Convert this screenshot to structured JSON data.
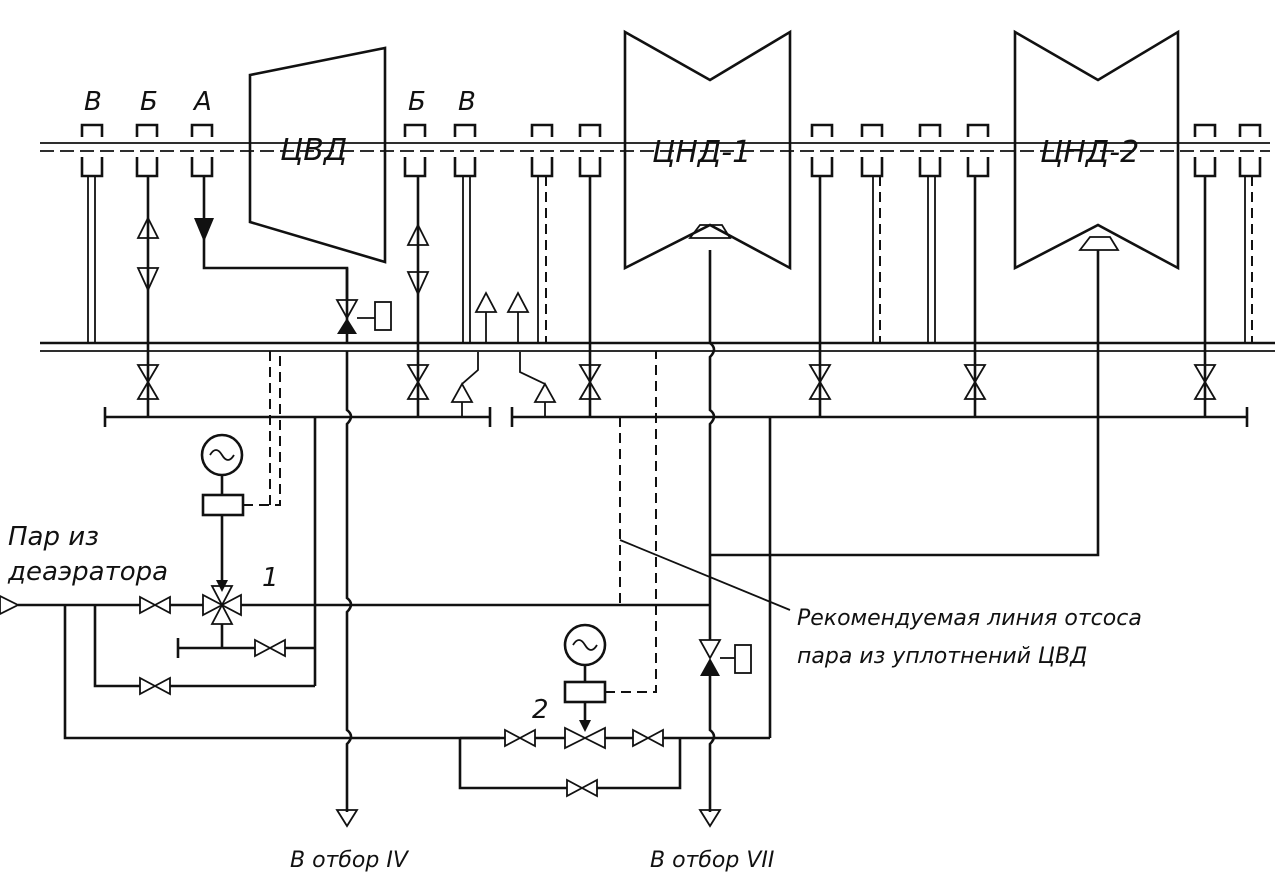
{
  "labels": {
    "cylinder_hp": "ЦВД",
    "cylinder_lp1": "ЦНД-1",
    "cylinder_lp2": "ЦНД-2",
    "seal_v_left": "В",
    "seal_b_left": "Б",
    "seal_a_left": "А",
    "seal_b_right": "Б",
    "seal_v_right": "В",
    "steam_in_line1": "Пар из",
    "steam_in_line2": "деаэратора",
    "valve_1": "1",
    "valve_2": "2",
    "note_line1": "Рекомендуемая линия отсоса",
    "note_line2": "пара из уплотнений ЦВД",
    "out_iv": "В отбор IV",
    "out_vii": "В отбор VII"
  }
}
